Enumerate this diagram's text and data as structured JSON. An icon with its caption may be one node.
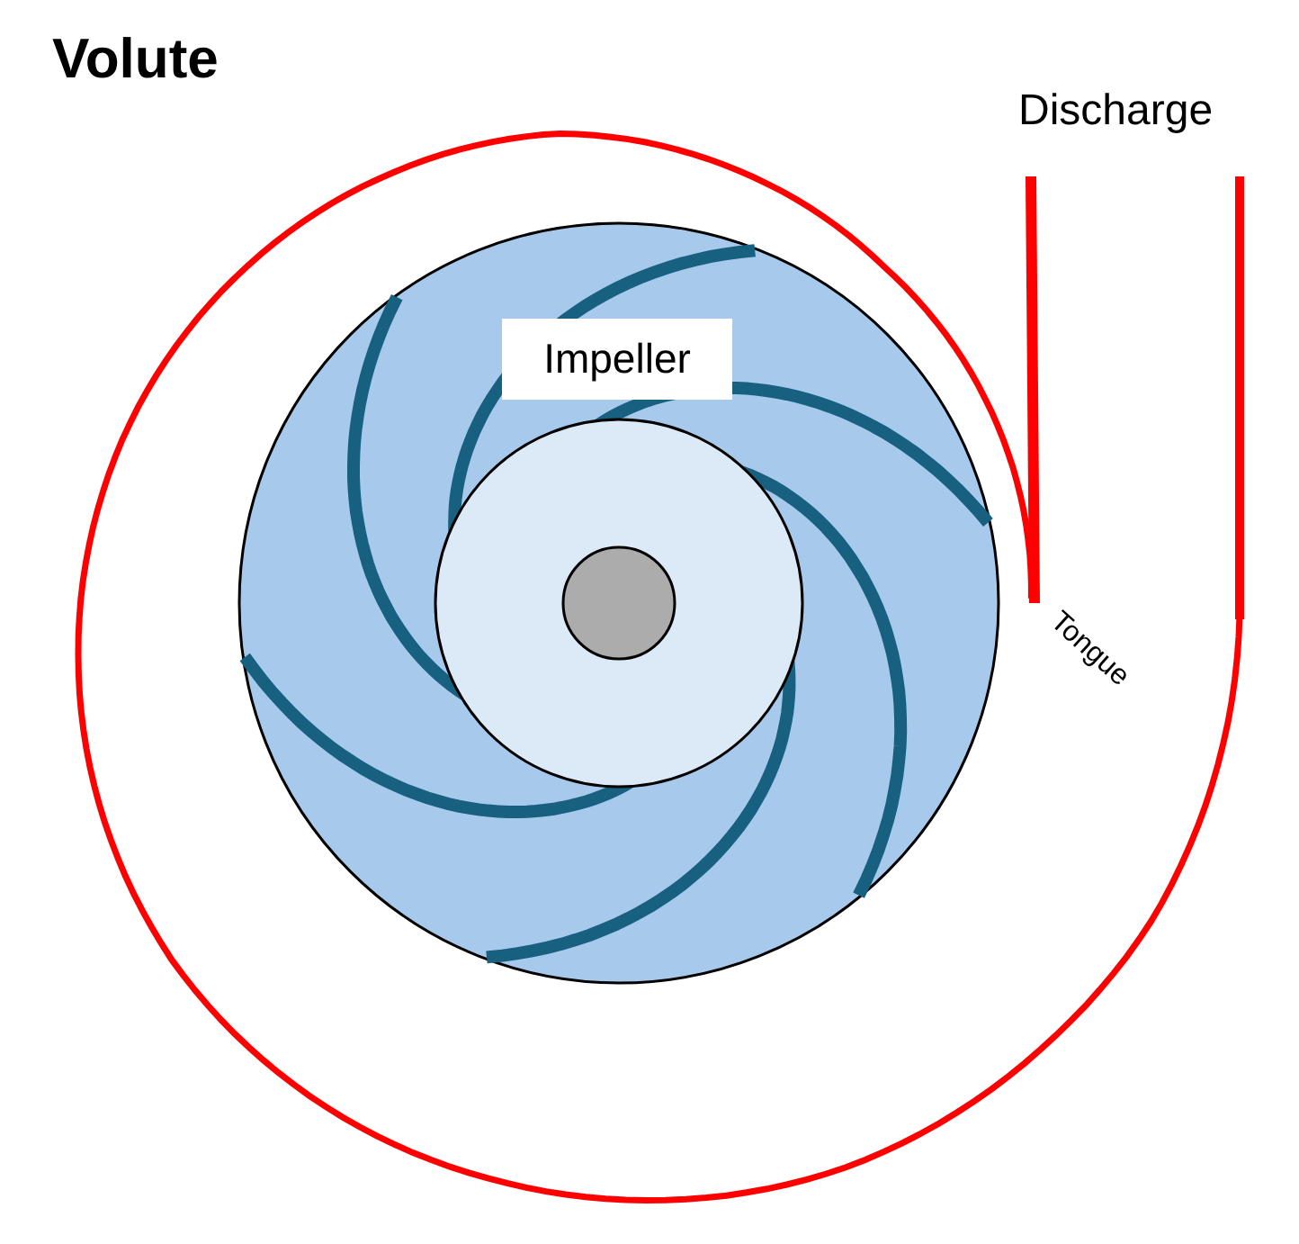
{
  "diagram": {
    "title": "Volute",
    "nodes": [
      {
        "text": [
          "Impeller"
        ]
      }
    ],
    "labels": [
      "Discharge",
      "Tongue"
    ]
  }
}
